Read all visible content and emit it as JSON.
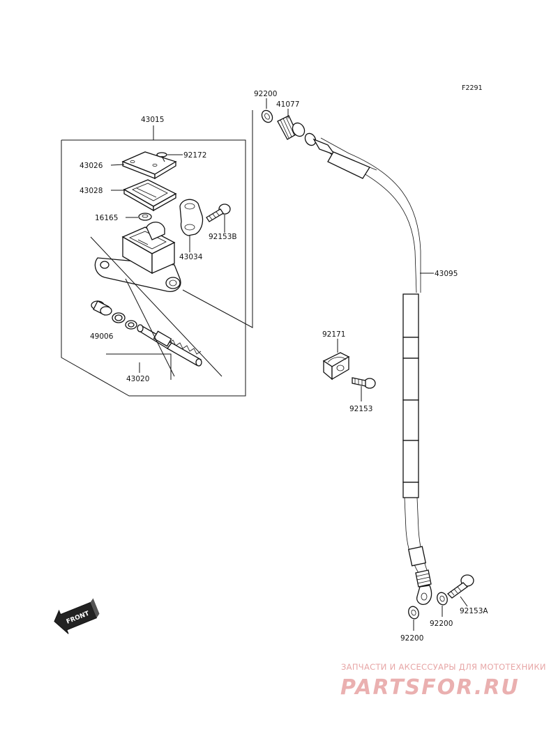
{
  "figure": {
    "code": "F2291"
  },
  "parts": {
    "p43015": "43015",
    "p43026": "43026",
    "p92172": "92172",
    "p43028": "43028",
    "p16165": "16165",
    "p92153B": "92153B",
    "p43034": "43034",
    "p49006": "49006",
    "p43020": "43020",
    "p92200_top": "92200",
    "p41077": "41077",
    "p43095": "43095",
    "p92171": "92171",
    "p92153": "92153",
    "p92153A": "92153A",
    "p92200_mid": "92200",
    "p92200_bot": "92200"
  },
  "front_label": "FRONT",
  "watermark": {
    "caption": "ЗАПЧАСТИ И АКСЕССУАРЫ ДЛЯ МОТОТЕХНИКИ",
    "brand": "PARTSFOR.RU"
  }
}
